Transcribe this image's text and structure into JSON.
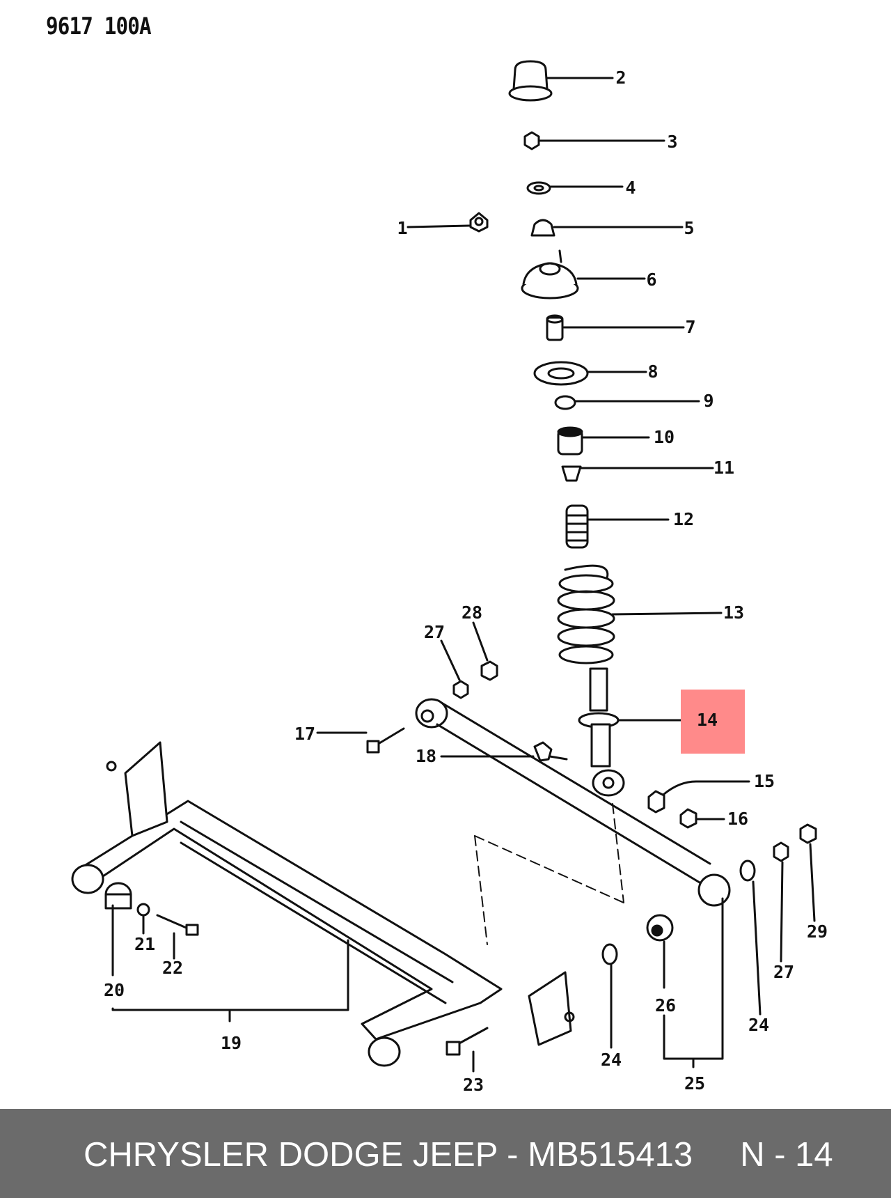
{
  "diagram": {
    "code": "9617 100A",
    "part_labels": [
      "1",
      "2",
      "3",
      "4",
      "5",
      "6",
      "7",
      "8",
      "9",
      "10",
      "11",
      "12",
      "13",
      "14",
      "15",
      "16",
      "17",
      "18",
      "19",
      "20",
      "21",
      "22",
      "23",
      "24",
      "24",
      "25",
      "26",
      "27",
      "27",
      "28",
      "29"
    ],
    "highlighted_part": "14",
    "highlight_color": "#ff8a8a"
  },
  "footer": {
    "brand": "CHRYSLER DODGE JEEP",
    "separator": "-",
    "part_number": "MB515413",
    "reference": "N - 14",
    "background_color": "#6b6b6b"
  }
}
